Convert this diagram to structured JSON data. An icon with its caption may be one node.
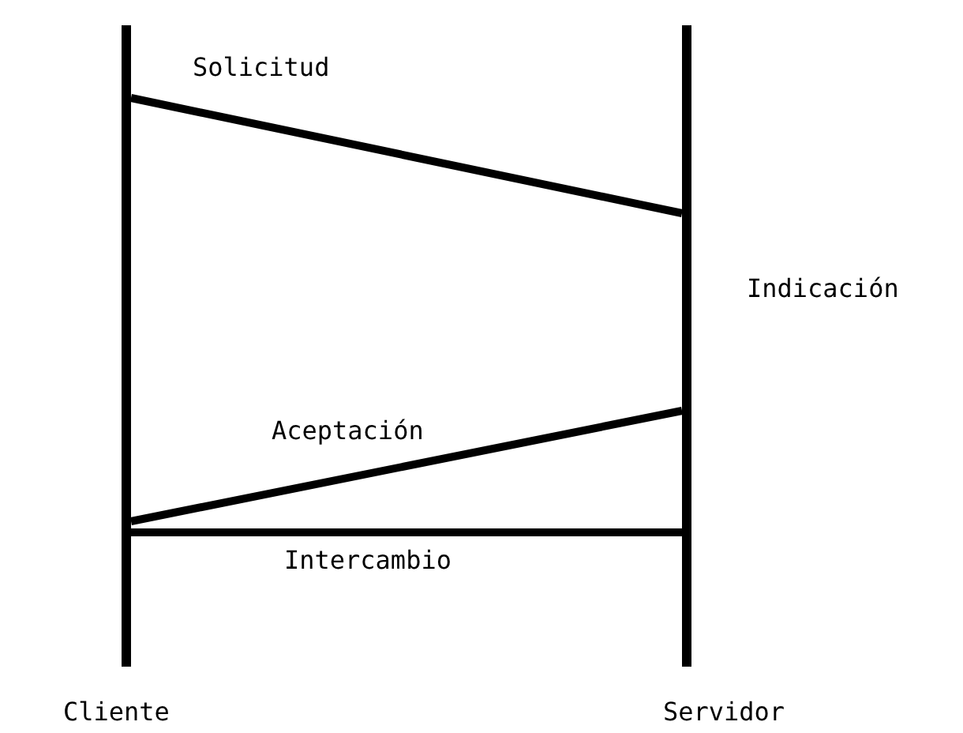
{
  "diagram": {
    "nodes": [
      {
        "text": [
          "Cliente"
        ]
      },
      {
        "text": [
          "Servidor"
        ]
      }
    ],
    "edges": [
      {
        "from": 0,
        "to": 1,
        "arrow": "none",
        "label": "Solicitud"
      },
      {
        "from": 1,
        "to": 0,
        "arrow": "none",
        "label": "Aceptación"
      },
      {
        "from": 0,
        "to": 1,
        "arrow": "none",
        "label": "Intercambio"
      }
    ],
    "labels": [
      "Indicación"
    ]
  }
}
